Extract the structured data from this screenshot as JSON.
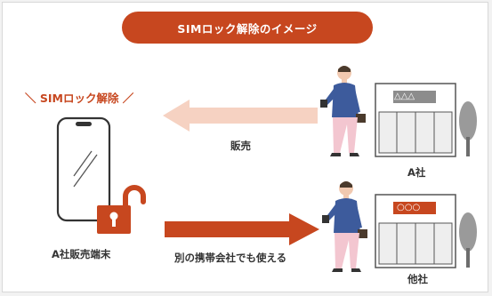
{
  "title": "SIMロック解除のイメージ",
  "unlock_label": "＼ SIMロック解除 ／",
  "sale_label": "販売",
  "other_carrier_label": "別の携帯会社でも使える",
  "device_label": "A社販売端末",
  "company_a": {
    "name": "A社",
    "sign": "△△△"
  },
  "company_other": {
    "name": "他社",
    "sign": "○○○"
  },
  "colors": {
    "accent": "#c7471f",
    "accent_light": "#f6d2c2",
    "sign_gray": "#8c8c8c",
    "suit": "#3d5b9c",
    "pants": "#f3c6d0"
  }
}
